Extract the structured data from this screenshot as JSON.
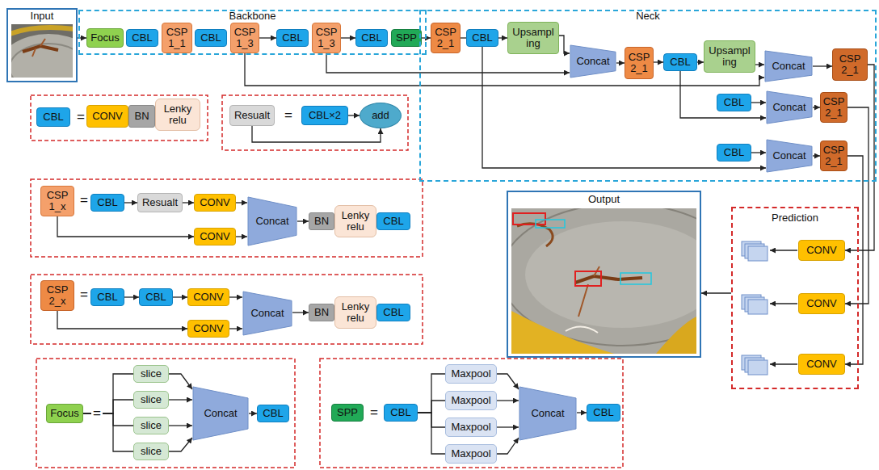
{
  "diagram": {
    "nodes": [
      {
        "text": [
          "Input"
        ]
      },
      {
        "text": [
          "Backbone"
        ]
      },
      {
        "text": [
          "Focus"
        ],
        "in": 1
      },
      {
        "text": [
          "CBL"
        ],
        "in": 1
      },
      {
        "text": [
          "CSP 1_1"
        ],
        "in": 1
      },
      {
        "text": [
          "CBL"
        ],
        "in": 1
      },
      {
        "text": [
          "CSP 1_3"
        ],
        "in": 1
      },
      {
        "text": [
          "CBL"
        ],
        "in": 1
      },
      {
        "text": [
          "CSP 1_3"
        ],
        "in": 1
      },
      {
        "text": [
          "CBL"
        ],
        "in": 1
      },
      {
        "text": [
          "SPP"
        ],
        "in": 1
      },
      {
        "text": [
          "Neck"
        ]
      },
      {
        "text": [
          "CSP 2_1"
        ],
        "in": 11
      },
      {
        "text": [
          "CBL"
        ],
        "in": 11
      },
      {
        "text": [
          "Upsampl ing"
        ],
        "in": 11
      },
      {
        "text": [
          "Concat"
        ],
        "in": 11
      },
      {
        "text": [
          "CSP 2_1"
        ],
        "in": 11
      },
      {
        "text": [
          "CBL"
        ],
        "in": 11
      },
      {
        "text": [
          "Upsampl ing"
        ],
        "in": 11
      },
      {
        "text": [
          "Concat"
        ],
        "in": 11
      },
      {
        "text": [
          "CSP 2_1"
        ],
        "in": 11
      },
      {
        "text": [
          "CBL"
        ],
        "in": 11
      },
      {
        "text": [
          "Concat"
        ],
        "in": 11
      },
      {
        "text": [
          "CSP 2_1"
        ],
        "in": 11
      },
      {
        "text": [
          "CBL"
        ],
        "in": 11
      },
      {
        "text": [
          "Concat"
        ],
        "in": 11
      },
      {
        "text": [
          "CSP 2_1"
        ],
        "in": 11
      },
      {
        "text": [
          "CBL"
        ]
      },
      {
        "text": [
          "CONV"
        ]
      },
      {
        "text": [
          "BN"
        ]
      },
      {
        "text": [
          "Lenky relu"
        ]
      },
      {
        "text": [
          "Resualt"
        ]
      },
      {
        "text": [
          "CBL×2"
        ]
      },
      {
        "text": [
          "add"
        ]
      },
      {
        "text": [
          "CSP 1_x"
        ]
      },
      {
        "text": [
          "CBL"
        ]
      },
      {
        "text": [
          "Resualt"
        ]
      },
      {
        "text": [
          "CONV"
        ]
      },
      {
        "text": [
          "CONV"
        ]
      },
      {
        "text": [
          "Concat"
        ]
      },
      {
        "text": [
          "BN"
        ]
      },
      {
        "text": [
          "Lenky relu"
        ]
      },
      {
        "text": [
          "CBL"
        ]
      },
      {
        "text": [
          "Output"
        ]
      },
      {
        "text": [
          "Prediction"
        ]
      },
      {
        "text": [
          "CONV"
        ],
        "in": 44
      },
      {
        "text": [
          "CONV"
        ],
        "in": 44
      },
      {
        "text": [
          "CONV"
        ],
        "in": 44
      },
      {
        "text": [
          "CSP 2_x"
        ]
      },
      {
        "text": [
          "CBL"
        ]
      },
      {
        "text": [
          "CBL"
        ]
      },
      {
        "text": [
          "CONV"
        ]
      },
      {
        "text": [
          "CONV"
        ]
      },
      {
        "text": [
          "Concat"
        ]
      },
      {
        "text": [
          "BN"
        ]
      },
      {
        "text": [
          "Lenky relu"
        ]
      },
      {
        "text": [
          "CBL"
        ]
      },
      {
        "text": [
          "Focus"
        ]
      },
      {
        "text": [
          "slice"
        ]
      },
      {
        "text": [
          "slice"
        ]
      },
      {
        "text": [
          "slice"
        ]
      },
      {
        "text": [
          "slice"
        ]
      },
      {
        "text": [
          "Concat"
        ]
      },
      {
        "text": [
          "CBL"
        ]
      },
      {
        "text": [
          "SPP"
        ]
      },
      {
        "text": [
          "CBL"
        ]
      },
      {
        "text": [
          "Maxpool"
        ]
      },
      {
        "text": [
          "Maxpool"
        ]
      },
      {
        "text": [
          "Maxpool"
        ]
      },
      {
        "text": [
          "Maxpool"
        ]
      },
      {
        "text": [
          "Concat"
        ]
      },
      {
        "text": [
          "CBL"
        ]
      }
    ],
    "edges": [
      {
        "from": 0,
        "to": 2,
        "arrow": "to"
      },
      {
        "from": 6,
        "to": 7,
        "arrow": "to"
      },
      {
        "from": 8,
        "to": 9,
        "arrow": "to"
      },
      {
        "from": 10,
        "to": 12,
        "arrow": "to"
      },
      {
        "from": 12,
        "to": 13,
        "arrow": "none"
      },
      {
        "from": 13,
        "to": 14,
        "arrow": "to"
      },
      {
        "from": 14,
        "to": 15,
        "arrow": "to"
      },
      {
        "from": 15,
        "to": 16,
        "arrow": "to"
      },
      {
        "from": 16,
        "to": 17,
        "arrow": "to"
      },
      {
        "from": 17,
        "to": 18,
        "arrow": "to"
      },
      {
        "from": 18,
        "to": 19,
        "arrow": "to"
      },
      {
        "from": 19,
        "to": 20,
        "arrow": "to"
      },
      {
        "from": 8,
        "to": 15,
        "arrow": "to"
      },
      {
        "from": 6,
        "to": 19,
        "arrow": "to"
      },
      {
        "from": 13,
        "to": 25,
        "arrow": "to"
      },
      {
        "from": 17,
        "to": 22,
        "arrow": "to"
      },
      {
        "from": 21,
        "to": 22,
        "arrow": "to"
      },
      {
        "from": 22,
        "to": 23,
        "arrow": "to"
      },
      {
        "from": 24,
        "to": 25,
        "arrow": "to"
      },
      {
        "from": 25,
        "to": 26,
        "arrow": "to"
      },
      {
        "from": 20,
        "to": 45,
        "arrow": "to"
      },
      {
        "from": 23,
        "to": 46,
        "arrow": "to"
      },
      {
        "from": 26,
        "to": 47,
        "arrow": "to"
      },
      {
        "from": 44,
        "to": 43,
        "arrow": "to"
      },
      {
        "from": 32,
        "to": 33,
        "arrow": "to"
      },
      {
        "from": 31,
        "to": 33,
        "arrow": "to"
      },
      {
        "from": 35,
        "to": 36,
        "arrow": "to"
      },
      {
        "from": 36,
        "to": 37,
        "arrow": "to"
      },
      {
        "from": 37,
        "to": 39,
        "arrow": "to"
      },
      {
        "from": 38,
        "to": 39,
        "arrow": "to"
      },
      {
        "from": 34,
        "to": 38,
        "arrow": "to"
      },
      {
        "from": 39,
        "to": 40,
        "arrow": "to"
      },
      {
        "from": 49,
        "to": 50,
        "arrow": "to"
      },
      {
        "from": 50,
        "to": 51,
        "arrow": "to"
      },
      {
        "from": 51,
        "to": 53,
        "arrow": "to"
      },
      {
        "from": 52,
        "to": 53,
        "arrow": "to"
      },
      {
        "from": 48,
        "to": 52,
        "arrow": "to"
      },
      {
        "from": 53,
        "to": 54,
        "arrow": "to"
      },
      {
        "from": 57,
        "to": 58,
        "arrow": "none"
      },
      {
        "from": 57,
        "to": 59,
        "arrow": "none"
      },
      {
        "from": 57,
        "to": 60,
        "arrow": "none"
      },
      {
        "from": 57,
        "to": 61,
        "arrow": "none"
      },
      {
        "from": 58,
        "to": 62,
        "arrow": "to"
      },
      {
        "from": 59,
        "to": 62,
        "arrow": "to"
      },
      {
        "from": 60,
        "to": 62,
        "arrow": "to"
      },
      {
        "from": 61,
        "to": 62,
        "arrow": "to"
      },
      {
        "from": 62,
        "to": 63,
        "arrow": "to"
      },
      {
        "from": 65,
        "to": 66,
        "arrow": "none"
      },
      {
        "from": 65,
        "to": 67,
        "arrow": "none"
      },
      {
        "from": 65,
        "to": 68,
        "arrow": "none"
      },
      {
        "from": 65,
        "to": 69,
        "arrow": "none"
      },
      {
        "from": 66,
        "to": 70,
        "arrow": "to"
      },
      {
        "from": 67,
        "to": 70,
        "arrow": "to"
      },
      {
        "from": 68,
        "to": 70,
        "arrow": "to"
      },
      {
        "from": 69,
        "to": 70,
        "arrow": "to"
      },
      {
        "from": 70,
        "to": 71,
        "arrow": "to"
      }
    ],
    "labels": [
      "=",
      "=",
      "=",
      "=",
      "=",
      "="
    ]
  }
}
